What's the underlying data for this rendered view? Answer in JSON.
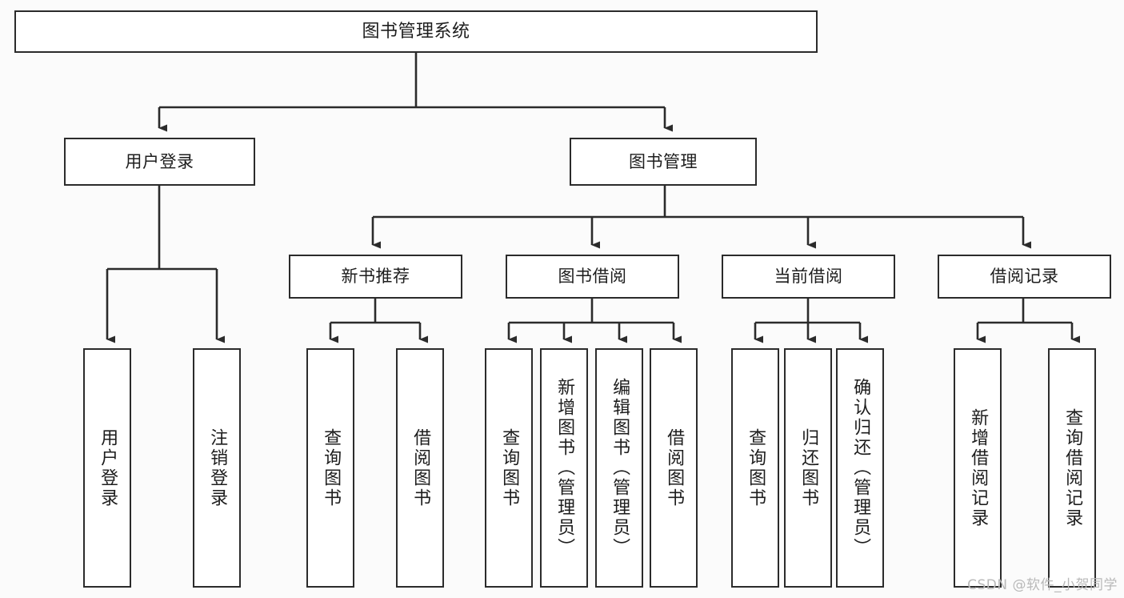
{
  "diagram": {
    "title": "图书管理系统",
    "type": "tree-hierarchy",
    "watermark": "CSDN @软件_小贺同学",
    "colors": {
      "stroke": "#2b2b2b",
      "box_fill": "#ffffff",
      "background": "#fbfbfb",
      "text": "#1d1d1d",
      "watermark": "#b9b9b9"
    },
    "nodes": {
      "root": {
        "label": "图书管理系统"
      },
      "level2": [
        {
          "id": "user-login",
          "label": "用户登录"
        },
        {
          "id": "book-manage",
          "label": "图书管理"
        }
      ],
      "level3": [
        {
          "id": "new-book-recommend",
          "label": "新书推荐"
        },
        {
          "id": "book-borrow",
          "label": "图书借阅"
        },
        {
          "id": "current-borrow",
          "label": "当前借阅"
        },
        {
          "id": "borrow-record",
          "label": "借阅记录"
        }
      ],
      "leaves": {
        "user-login": [
          {
            "id": "leaf-user-login",
            "label": "用户登录"
          },
          {
            "id": "leaf-logout",
            "label": "注销登录"
          }
        ],
        "new-book-recommend": [
          {
            "id": "leaf-query-book-1",
            "label": "查询图书"
          },
          {
            "id": "leaf-borrow-book-1",
            "label": "借阅图书"
          }
        ],
        "book-borrow": [
          {
            "id": "leaf-query-book-2",
            "label": "查询图书"
          },
          {
            "id": "leaf-add-book",
            "label": "新增图书（管理员）"
          },
          {
            "id": "leaf-edit-book",
            "label": "编辑图书（管理员）"
          },
          {
            "id": "leaf-borrow-book-2",
            "label": "借阅图书"
          }
        ],
        "current-borrow": [
          {
            "id": "leaf-query-book-3",
            "label": "查询图书"
          },
          {
            "id": "leaf-return-book",
            "label": "归还图书"
          },
          {
            "id": "leaf-confirm-return",
            "label": "确认归还（管理员）"
          }
        ],
        "borrow-record": [
          {
            "id": "leaf-add-record",
            "label": "新增借阅记录"
          },
          {
            "id": "leaf-query-record",
            "label": "查询借阅记录"
          }
        ]
      }
    }
  }
}
